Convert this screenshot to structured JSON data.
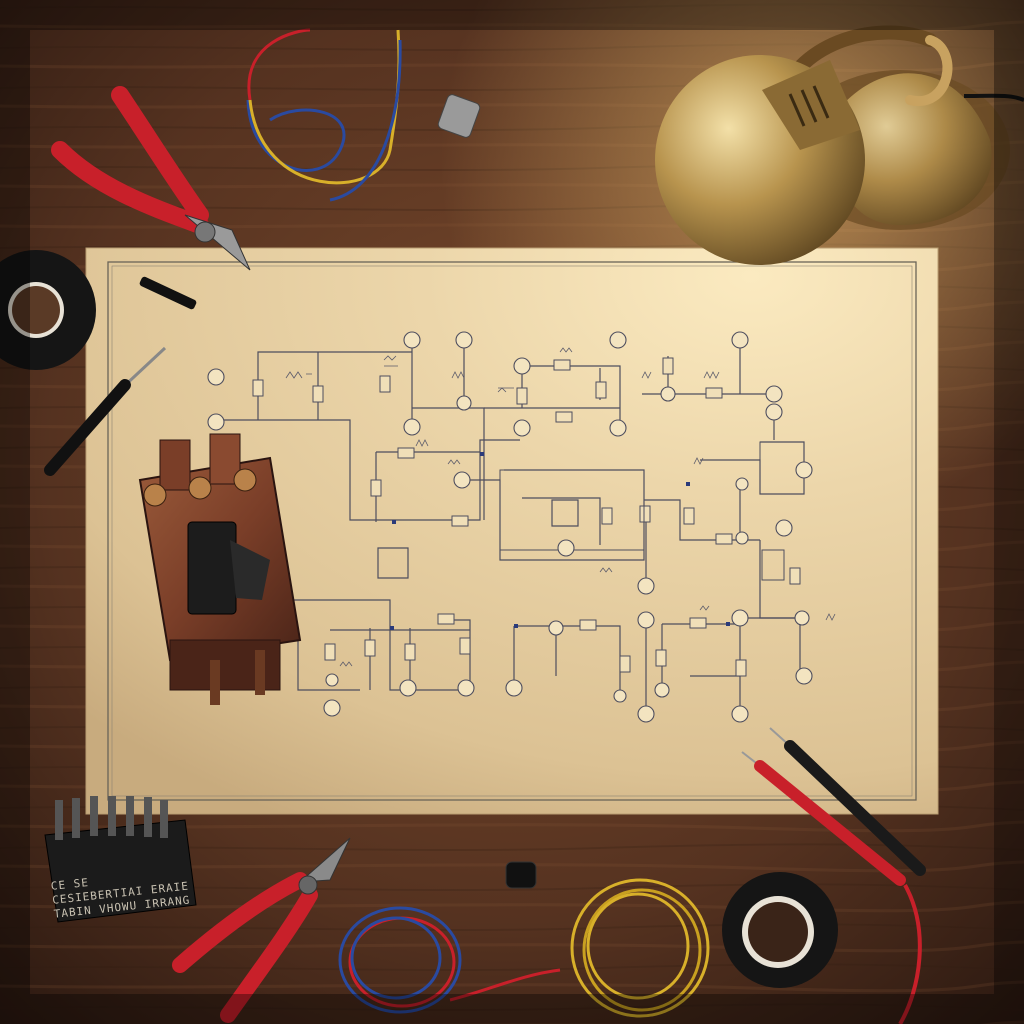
{
  "scene": {
    "description_visible_text": {
      "bit_case_line1": "CE SE",
      "bit_case_line2": "CESIEBERTIAI ERAIE",
      "bit_case_line3": "TABIN VHOWU IRRANG"
    }
  },
  "palette": {
    "wood_dark": "#3b2417",
    "wood_mid": "#6b4128",
    "paper": "#ead7b0",
    "ink": "#4a4a5a",
    "plier_red": "#c8202a",
    "lamp_brass": "#b08a4a",
    "tape_black": "#151515",
    "wire_red": "#c0242a",
    "wire_blue": "#2a4aa0",
    "wire_yellow": "#d8b02a"
  }
}
